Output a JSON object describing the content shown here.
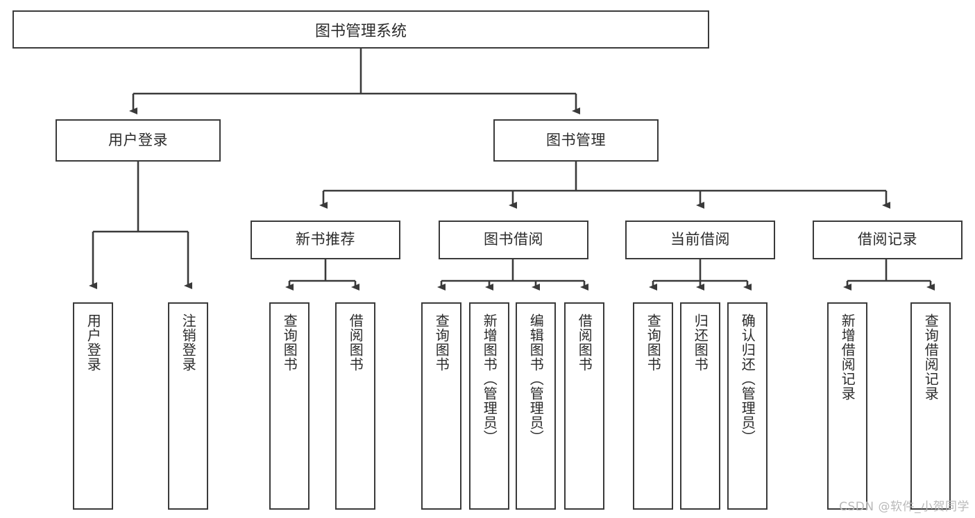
{
  "diagram": {
    "title": "图书管理系统",
    "type": "tree-hierarchy-diagram",
    "watermark": "CSDN @软件_小贺同学",
    "colors": {
      "box_stroke": "#3a3a3a",
      "box_fill": "#ffffff",
      "connector": "#3a3a3a",
      "text": "#2b2b2b",
      "watermark": "#b9b9b9",
      "background": "#ffffff"
    },
    "root": {
      "label": "图书管理系统"
    },
    "level2": [
      {
        "label": "用户登录"
      },
      {
        "label": "图书管理"
      }
    ],
    "level3": [
      {
        "label": "新书推荐"
      },
      {
        "label": "图书借阅"
      },
      {
        "label": "当前借阅"
      },
      {
        "label": "借阅记录"
      }
    ],
    "leaves": {
      "user_login": [
        {
          "label": "用户登录"
        },
        {
          "label": "注销登录"
        }
      ],
      "new_book_recommend": [
        {
          "label": "查询图书"
        },
        {
          "label": "借阅图书"
        }
      ],
      "book_borrow": [
        {
          "label": "查询图书"
        },
        {
          "label": "新增图书（管理员）"
        },
        {
          "label": "编辑图书（管理员）"
        },
        {
          "label": "借阅图书"
        }
      ],
      "current_borrow": [
        {
          "label": "查询图书"
        },
        {
          "label": "归还图书"
        },
        {
          "label": "确认归还（管理员）"
        }
      ],
      "borrow_record": [
        {
          "label": "新增借阅记录"
        },
        {
          "label": "查询借阅记录"
        }
      ]
    }
  }
}
